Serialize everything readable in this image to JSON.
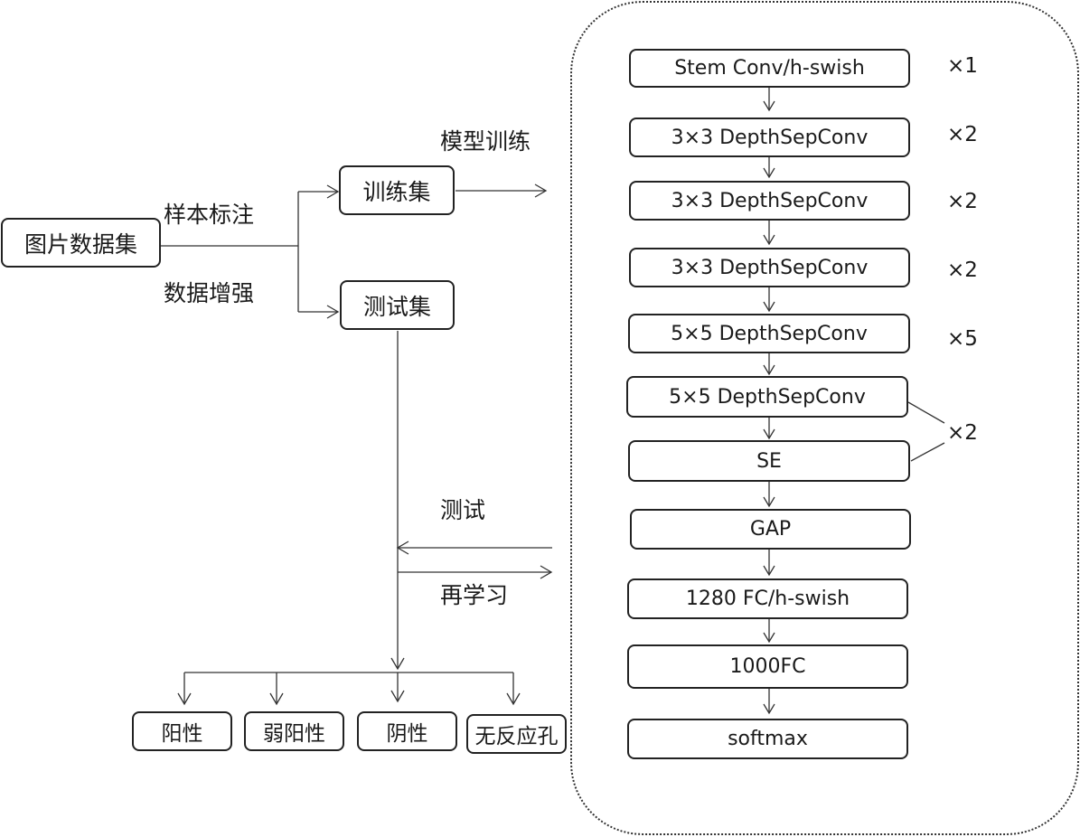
{
  "dataset_box": "图片数据集",
  "label_annotation": "样本标注",
  "label_augmentation": "数据增强",
  "train_box": "训练集",
  "test_box": "测试集",
  "label_model_training": "模型训练",
  "label_test": "测试",
  "label_relearn": "再学习",
  "outputs": [
    "阳性",
    "弱阳性",
    "阴性",
    "无反应孔"
  ],
  "network": {
    "layers": [
      {
        "label": "Stem Conv/h-swish",
        "repeat": "×1"
      },
      {
        "label": "3×3 DepthSepConv",
        "repeat": "×2"
      },
      {
        "label": "3×3 DepthSepConv",
        "repeat": "×2"
      },
      {
        "label": "3×3 DepthSepConv",
        "repeat": "×2"
      },
      {
        "label": "5×5 DepthSepConv",
        "repeat": "×5"
      },
      {
        "label": "5×5 DepthSepConv",
        "repeat": ""
      },
      {
        "label": "SE",
        "repeat": ""
      },
      {
        "label": "GAP",
        "repeat": ""
      },
      {
        "label": "1280 FC/h-swish",
        "repeat": ""
      },
      {
        "label": "1000FC",
        "repeat": ""
      },
      {
        "label": "softmax",
        "repeat": ""
      }
    ],
    "group_repeat": "×2"
  }
}
